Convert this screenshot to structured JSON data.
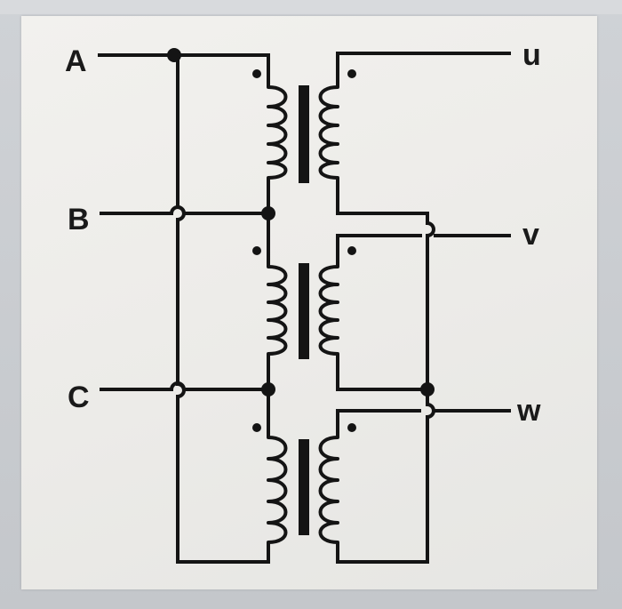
{
  "diagram": {
    "primary_terminals": [
      "A",
      "B",
      "C"
    ],
    "secondary_terminals": [
      "u",
      "v",
      "w"
    ]
  },
  "colors": {
    "background": "#c9ccd1",
    "panel": "#efeeeb",
    "ink": "#141414"
  }
}
